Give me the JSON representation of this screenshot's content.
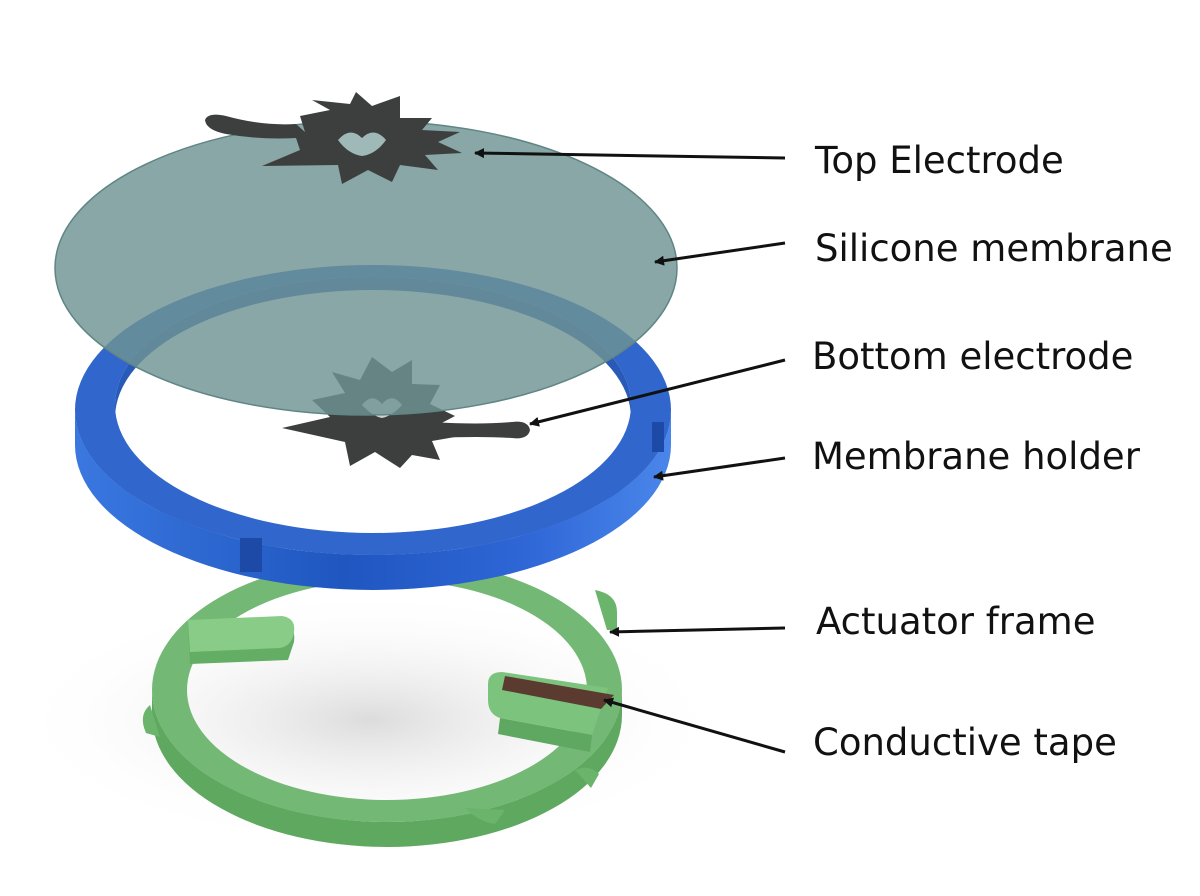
{
  "labels": {
    "top_electrode": "Top Electrode",
    "silicone_membrane": "Silicone membrane",
    "bottom_electrode": "Bottom electrode",
    "membrane_holder": "Membrane holder",
    "actuator_frame": "Actuator frame",
    "conductive_tape": "Conductive tape"
  },
  "colors": {
    "membrane": "#6f9494",
    "electrode": "#3d3f3f",
    "holder": "#2f62c8",
    "frame": "#6db56e",
    "tape": "#5b3b30",
    "arrow": "#111111"
  }
}
